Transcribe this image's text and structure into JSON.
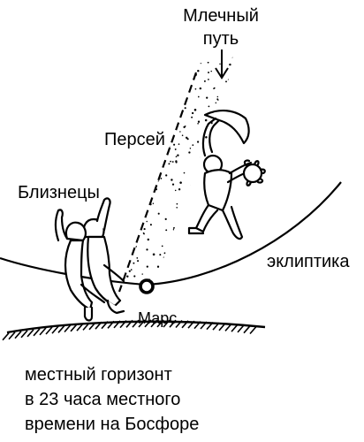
{
  "labels": {
    "milky_way_line1": "Млечный",
    "milky_way_line2": "путь",
    "perseus": "Персей",
    "gemini": "Близнецы",
    "ecliptic": "эклиптика",
    "mars": "Марс",
    "caption_line1": "местный горизонт",
    "caption_line2": "в 23 часа местного",
    "caption_line3": "времени на Босфоре"
  },
  "colors": {
    "ink": "#000000",
    "background": "#ffffff"
  }
}
